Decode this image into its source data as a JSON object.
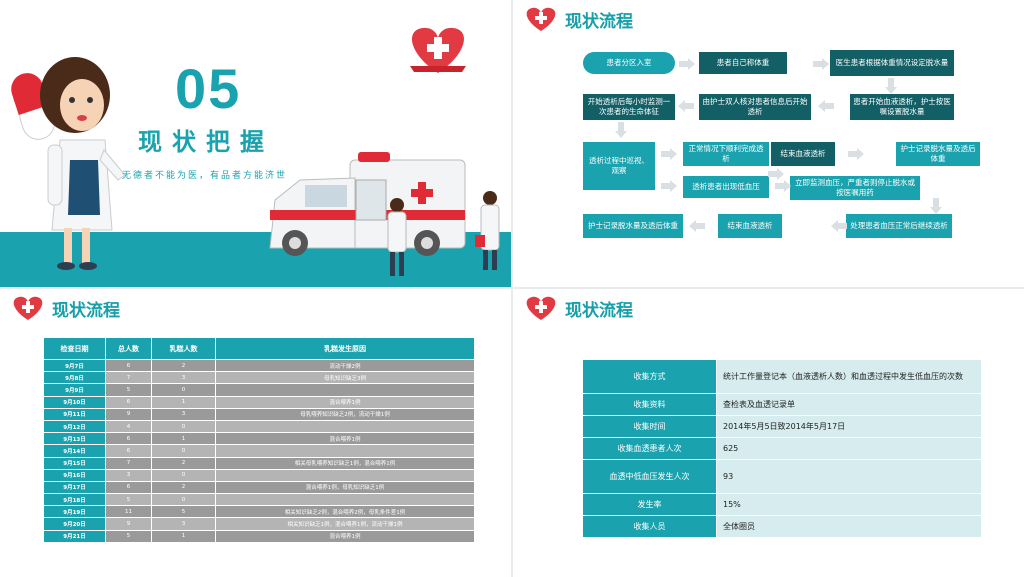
{
  "slide1": {
    "number": "05",
    "title": "现状把握",
    "tagline": "无德者不能为医，有品者方能济世"
  },
  "slide2": {
    "title": "现状流程",
    "boxes": [
      "患者分区入室",
      "患者自己称体重",
      "医生患者根据体重情况设定脱水量",
      "开始透析后每小时监测一次患者的生命体征",
      "由护士双人核对患者信息后开始透析",
      "患者开始血液透析，护士按医嘱设置脱水量",
      "透析过程中巡视、观察",
      "正常情况下顺利完成透析",
      "结束血液透析",
      "护士记录脱水量及透后体重",
      "透析患者出现低血压",
      "立即监测血压，严重者则停止脱水或按医嘱用药",
      "处理患者血压正常后继续透析",
      "结束血液透析",
      "护士记录脱水量及透后体重"
    ]
  },
  "slide3": {
    "title": "现状流程",
    "headers": [
      "检查日期",
      "总人数",
      "乳糕人数",
      "乳糕发生原因"
    ],
    "rows": [
      [
        "9月7日",
        "6",
        "2",
        "流动干燥2例"
      ],
      [
        "9月8日",
        "7",
        "3",
        "母乳知识缺乏3例"
      ],
      [
        "9月9日",
        "5",
        "0",
        ""
      ],
      [
        "9月10日",
        "6",
        "1",
        "混合喂养1例"
      ],
      [
        "9月11日",
        "9",
        "3",
        "母乳喂养知识缺乏2例，流动干燥1例"
      ],
      [
        "9月12日",
        "4",
        "0",
        ""
      ],
      [
        "9月13日",
        "6",
        "1",
        "混合喂养1例"
      ],
      [
        "9月14日",
        "6",
        "0",
        ""
      ],
      [
        "9月15日",
        "7",
        "2",
        "相关母乳喂养知识缺乏1例，混合喂养1例"
      ],
      [
        "9月16日",
        "3",
        "0",
        ""
      ],
      [
        "9月17日",
        "6",
        "2",
        "混合喂养1例，母乳知识缺乏1例"
      ],
      [
        "9月18日",
        "5",
        "0",
        ""
      ],
      [
        "9月19日",
        "11",
        "5",
        "相关知识缺乏2例，混合喂养2例，母乳条件差1例"
      ],
      [
        "9月20日",
        "9",
        "3",
        "相关知识缺乏1例，混合喂养1例，流动干燥1例"
      ],
      [
        "9月21日",
        "5",
        "1",
        "混合喂养1例"
      ]
    ]
  },
  "slide4": {
    "title": "现状流程",
    "rows": [
      [
        "收集方式",
        "统计工作量登记本（血液透析人数）和血透过程中发生低血压的次数"
      ],
      [
        "收集资料",
        "查检表及血透记录单"
      ],
      [
        "收集时间",
        "2014年5月5日致2014年5月17日"
      ],
      [
        "收集血透患者人次",
        "625"
      ],
      [
        "血透中低血压发生人次",
        "93"
      ],
      [
        "发生率",
        "15%"
      ],
      [
        "收集人员",
        "全体圈员"
      ]
    ]
  }
}
